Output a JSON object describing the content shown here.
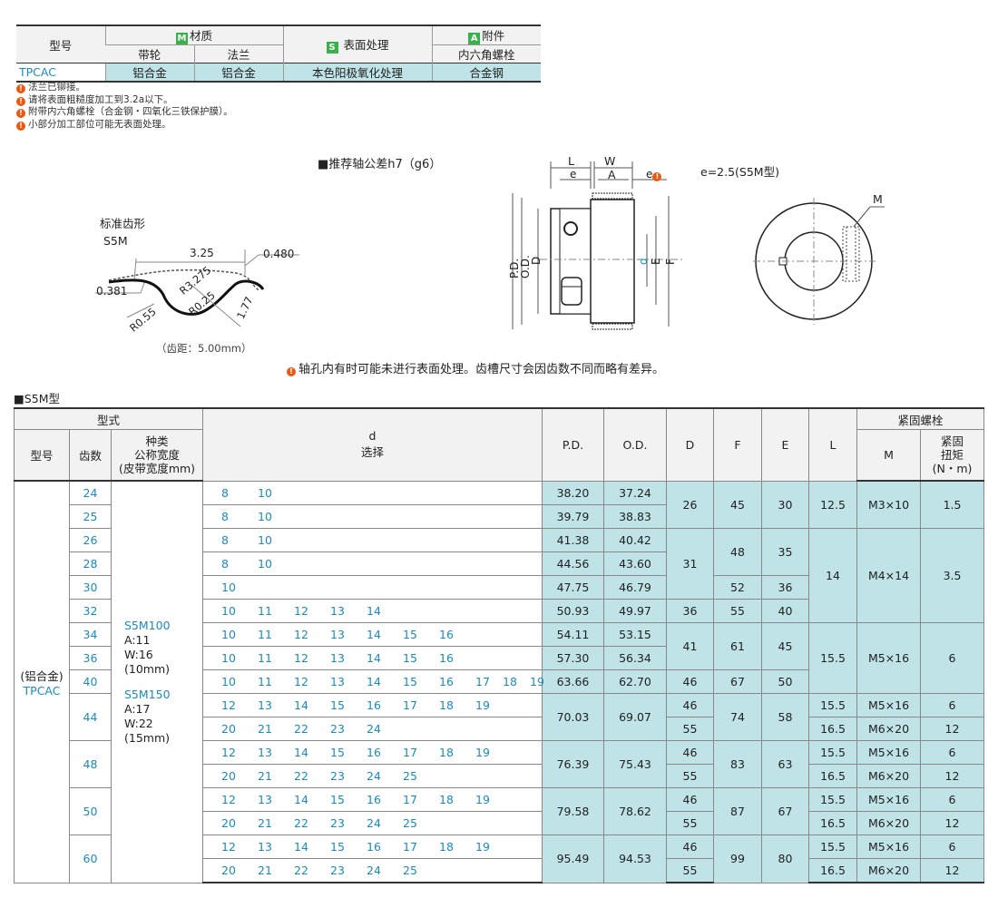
{
  "material_table": {
    "col_model": "型号",
    "group_material": "材质",
    "group_material_badge": "M",
    "sub_pulley": "带轮",
    "sub_flange": "法兰",
    "surface": "表面处理",
    "surface_badge": "S",
    "accessory": "附件",
    "accessory_badge": "A",
    "accessory_sub": "内六角螺栓",
    "row": {
      "model": "TPCAC",
      "pulley": "铝合金",
      "flange": "铝合金",
      "surface": "本色阳极氧化处理",
      "accessory": "合金钢"
    }
  },
  "notes": [
    "法兰已铆接。",
    "请将表面粗糙度加工到3.2a以下。",
    "附带内六角螺栓（合金钢・四氧化三铁保护膜）。",
    "小部分加工部位可能无表面处理。"
  ],
  "tolerance_label": "■推荐轴公差h7（g6）",
  "tooth_profile": {
    "title": "标准齿形",
    "name": "S5M",
    "dim_325": "3.25",
    "dim_0480": "0.480",
    "dim_0381": "0.381",
    "r3275": "R3.275",
    "r025": "R0.25",
    "r055": "R0.55",
    "dim_177": "1.77",
    "pitch": "（齿距：5.00mm）"
  },
  "side_view": {
    "L": "L",
    "W": "W",
    "e": "e",
    "A": "A",
    "e_warn": "e",
    "pd": "P.D.",
    "od": "O.D.",
    "D": "D",
    "d": "d",
    "E": "E",
    "F": "F"
  },
  "e_note": "e=2.5(S5M型)",
  "front_view_M": "M",
  "shaft_note": "轴孔内有时可能未进行表面处理。齿槽尺寸会因齿数不同而略有差异。",
  "section_title": "■S5M型",
  "main_table": {
    "h_type": "型式",
    "h_model": "型号",
    "h_teeth": "齿数",
    "h_kind": "种类 公称宽度 (皮带宽度mm)",
    "h_kind_1": "种类",
    "h_kind_2": "公称宽度",
    "h_kind_3": "(皮带宽度mm)",
    "h_d": "d",
    "h_select": "选择",
    "h_pd": "P.D.",
    "h_od": "O.D.",
    "h_D": "D",
    "h_F": "F",
    "h_E": "E",
    "h_L": "L",
    "h_screw": "紧固螺栓",
    "h_M": "M",
    "h_torque_1": "紧固",
    "h_torque_2": "扭矩",
    "h_torque_3": "(N・m)",
    "model_1": "(铝合金)",
    "model_2": "TPCAC",
    "kinds": [
      "S5M100",
      "A:11",
      "W:16",
      "(10mm)",
      "S5M150",
      "A:17",
      "W:22",
      "(15mm)"
    ],
    "rows": [
      {
        "teeth": "24",
        "d": [
          "8",
          "10"
        ],
        "pd": "38.20",
        "od": "37.24"
      },
      {
        "teeth": "25",
        "d": [
          "8",
          "10"
        ],
        "pd": "39.79",
        "od": "38.83"
      },
      {
        "teeth": "26",
        "d": [
          "8",
          "10"
        ],
        "pd": "41.38",
        "od": "40.42"
      },
      {
        "teeth": "28",
        "d": [
          "8",
          "10"
        ],
        "pd": "44.56",
        "od": "43.60"
      },
      {
        "teeth": "30",
        "d": [
          "10"
        ],
        "pd": "47.75",
        "od": "46.79"
      },
      {
        "teeth": "32",
        "d": [
          "10",
          "11",
          "12",
          "13",
          "14"
        ],
        "pd": "50.93",
        "od": "49.97"
      },
      {
        "teeth": "34",
        "d": [
          "10",
          "11",
          "12",
          "13",
          "14",
          "15",
          "16"
        ],
        "pd": "54.11",
        "od": "53.15"
      },
      {
        "teeth": "36",
        "d": [
          "10",
          "11",
          "12",
          "13",
          "14",
          "15",
          "16"
        ],
        "pd": "57.30",
        "od": "56.34"
      },
      {
        "teeth": "40",
        "d": [
          "10",
          "11",
          "12",
          "13",
          "14",
          "15",
          "16",
          "17",
          "18",
          "19"
        ],
        "pd": "63.66",
        "od": "62.70"
      },
      {
        "teeth": "44",
        "d": [
          "12",
          "13",
          "14",
          "15",
          "16",
          "17",
          "18",
          "19"
        ],
        "d2": [
          "20",
          "21",
          "22",
          "23",
          "24"
        ],
        "pd": "70.03",
        "od": "69.07"
      },
      {
        "teeth": "48",
        "d": [
          "12",
          "13",
          "14",
          "15",
          "16",
          "17",
          "18",
          "19"
        ],
        "d2": [
          "20",
          "21",
          "22",
          "23",
          "24",
          "25"
        ],
        "pd": "76.39",
        "od": "75.43"
      },
      {
        "teeth": "50",
        "d": [
          "12",
          "13",
          "14",
          "15",
          "16",
          "17",
          "18",
          "19"
        ],
        "d2": [
          "20",
          "21",
          "22",
          "23",
          "24",
          "25"
        ],
        "pd": "79.58",
        "od": "78.62"
      },
      {
        "teeth": "60",
        "d": [
          "12",
          "13",
          "14",
          "15",
          "16",
          "17",
          "18",
          "19"
        ],
        "d2": [
          "20",
          "21",
          "22",
          "23",
          "24",
          "25"
        ],
        "pd": "95.49",
        "od": "94.53"
      }
    ],
    "vals": {
      "D26": "26",
      "F45": "45",
      "E30": "30",
      "L125": "12.5",
      "M3x10": "M3×10",
      "T15": "1.5",
      "D31": "31",
      "F48": "48",
      "E35": "35",
      "L14": "14",
      "M4x14": "M4×14",
      "T35": "3.5",
      "F52": "52",
      "E36": "36",
      "D36": "36",
      "F55": "55",
      "E40": "40",
      "D41": "41",
      "F61": "61",
      "E45": "45",
      "L155": "15.5",
      "M5x16": "M5×16",
      "T6": "6",
      "D46": "46",
      "F67": "67",
      "E50": "50",
      "D55": "55",
      "L165": "16.5",
      "M6x20": "M6×20",
      "T12": "12",
      "F74": "74",
      "E58": "58",
      "F83": "83",
      "E63": "63",
      "F87": "87",
      "E67": "67",
      "F99": "99",
      "E80": "80"
    }
  }
}
